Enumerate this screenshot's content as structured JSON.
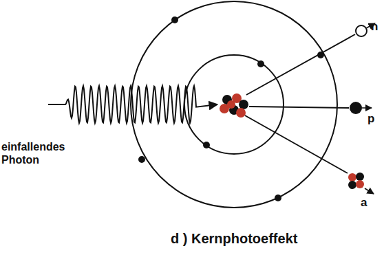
{
  "diagram": {
    "caption": "d ) Kernphotoeffekt",
    "labels": [
      "einfallendes Photon",
      "n",
      "p",
      "a"
    ]
  }
}
